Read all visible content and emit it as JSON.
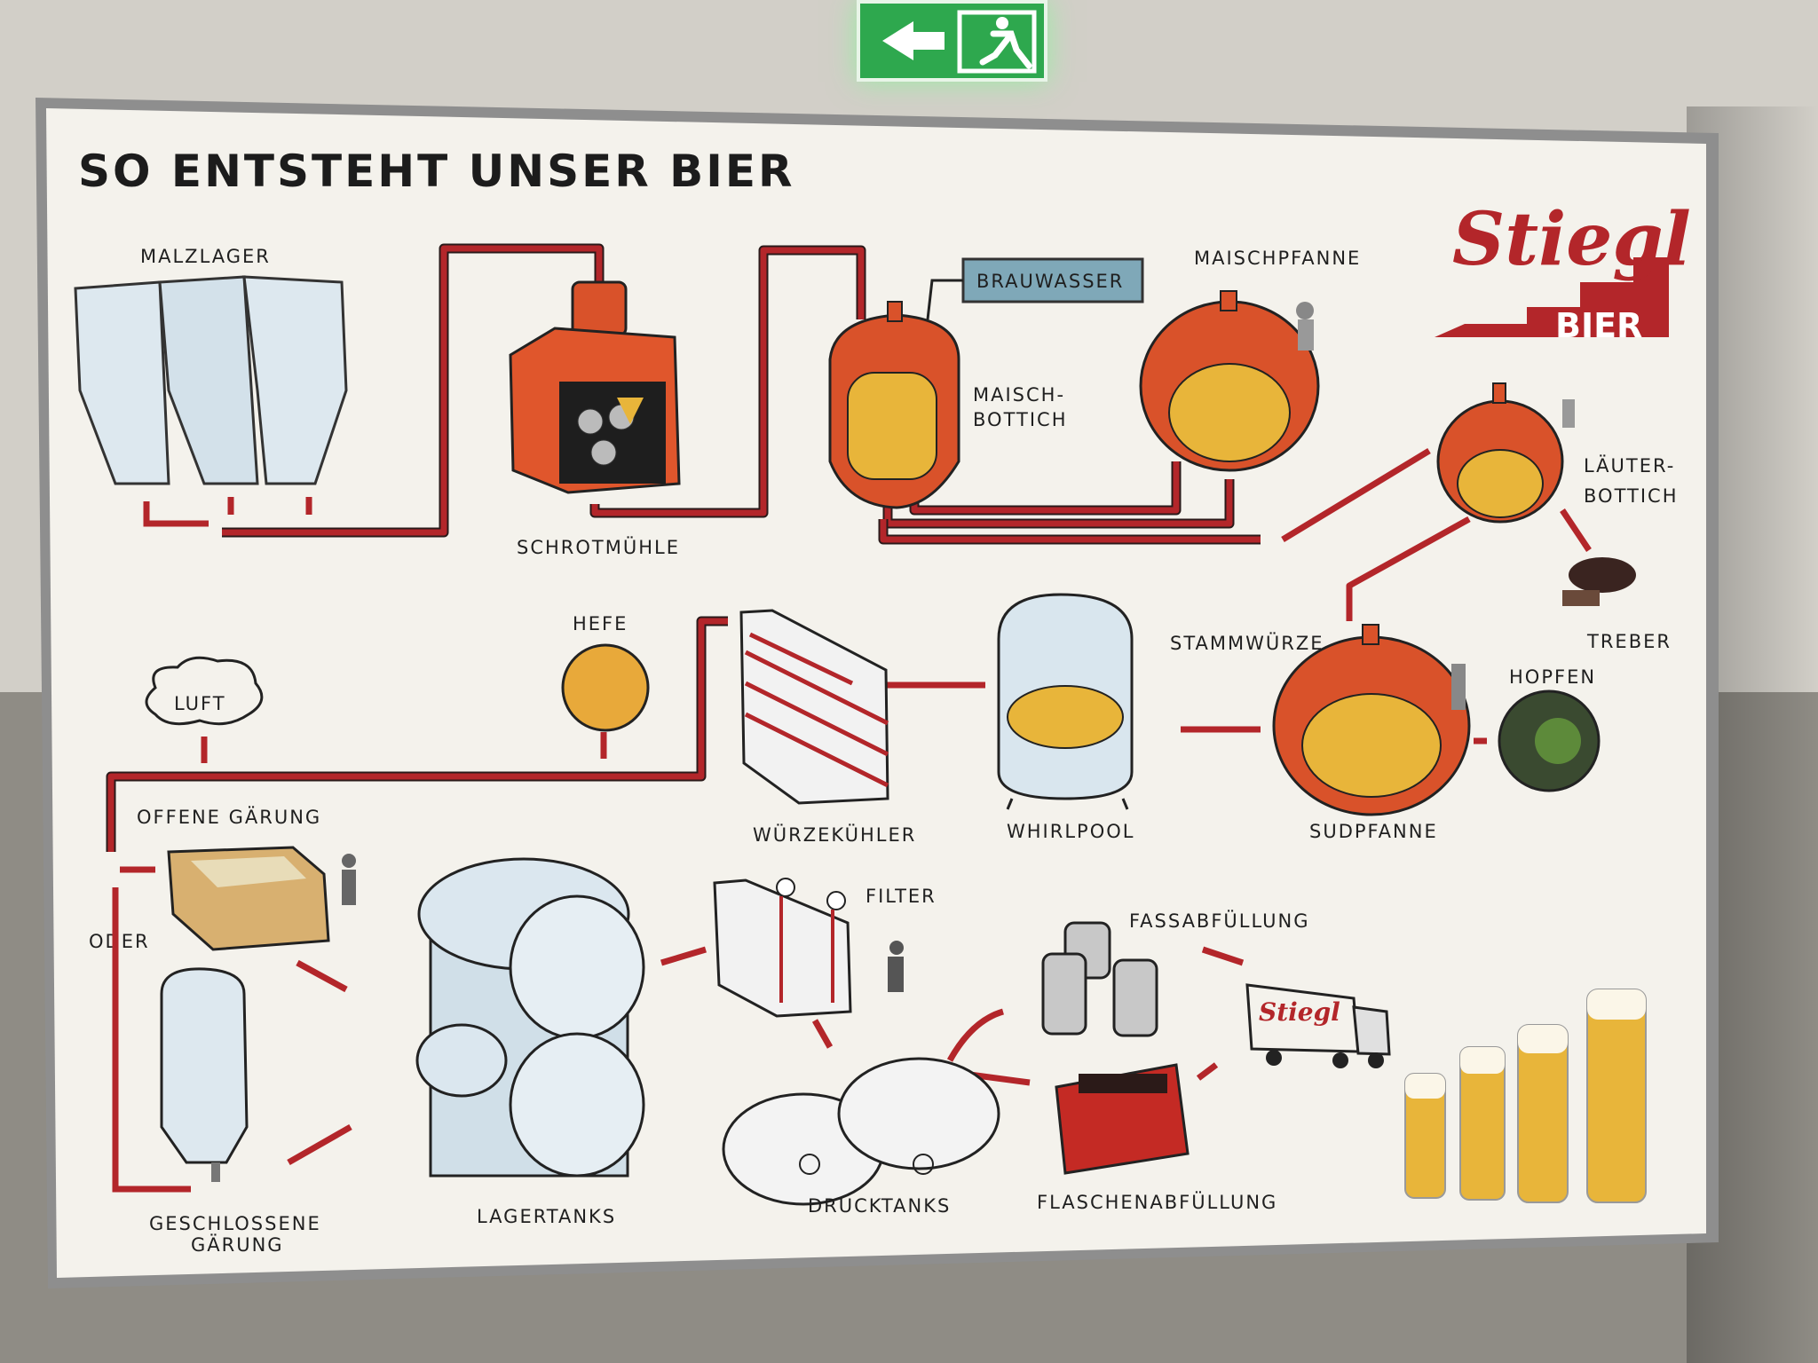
{
  "title": "SO ENTSTEHT UNSER BIER",
  "brand": {
    "name": "Stiegl",
    "sub": "BIER",
    "color": "#b3262a"
  },
  "exit_sign": {
    "icon": "emergency-exit-icon",
    "color": "#2ea84e"
  },
  "stations": {
    "malzlager": "MALZLAGER",
    "schrotmuehle": "SCHROTMÜHLE",
    "brauwasser": "BRAUWASSER",
    "maischbottich_1": "MAISCH-",
    "maischbottich_2": "BOTTICH",
    "maischpfanne": "MAISCHPFANNE",
    "laeuterbottich_1": "LÄUTER-",
    "laeuterbottich_2": "BOTTICH",
    "treber": "TREBER",
    "stammwuerze": "STAMMWÜRZE",
    "hopfen": "HOPFEN",
    "sudpfanne": "SUDPFANNE",
    "whirlpool": "WHIRLPOOL",
    "wuerzekuehler": "WÜRZEKÜHLER",
    "hefe": "HEFE",
    "luft": "LUFT",
    "offene_gaerung": "OFFENE GÄRUNG",
    "oder": "ODER",
    "geschlossene_gaerung_1": "GESCHLOSSENE",
    "geschlossene_gaerung_2": "GÄRUNG",
    "lagertanks": "LAGERTANKS",
    "filter": "FILTER",
    "drucktanks": "DRUCKTANKS",
    "fassabfuellung": "FASSABFÜLLUNG",
    "flaschenabfuellung": "FLASCHENABFÜLLUNG"
  },
  "colors": {
    "pipe": "#b3262a",
    "copper": "#d9522a",
    "beer": "#e8b53a",
    "steel": "#d9e6ee",
    "board": "#f4f2ec"
  }
}
